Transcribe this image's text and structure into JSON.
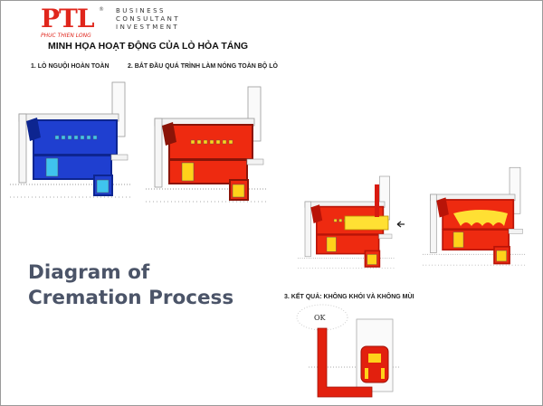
{
  "logo": {
    "text": "PTL",
    "subtitle": "PHUC THIEN LONG",
    "registered": "®"
  },
  "tagline": [
    "BUSINESS",
    "CONSULTANT",
    "INVESTMENT"
  ],
  "heading": "MINH HỌA HOẠT ĐỘNG CỦA  LÒ HỎA TÁNG",
  "steps": [
    "1. LÒ  NGUỘI HOÀN TOÀN",
    "2. BẮT ĐẦU QUÁ TRÌNH LÀM NÓNG TOÀN BỘ LÒ",
    "3. KẾT QUẢ: KHÔNG KHÓI VÀ KHÔNG MÙI"
  ],
  "ok_label": "OK",
  "title_lines": [
    "Diagram of",
    "Cremation Process"
  ],
  "colors": {
    "blue": "#1f3fd0",
    "light_blue": "#3fc4ee",
    "red": "#ee2a10",
    "dark_red": "#8a1408",
    "yellow": "#ffd21a",
    "title": "#4b5468",
    "logo_red": "#e0261c"
  }
}
